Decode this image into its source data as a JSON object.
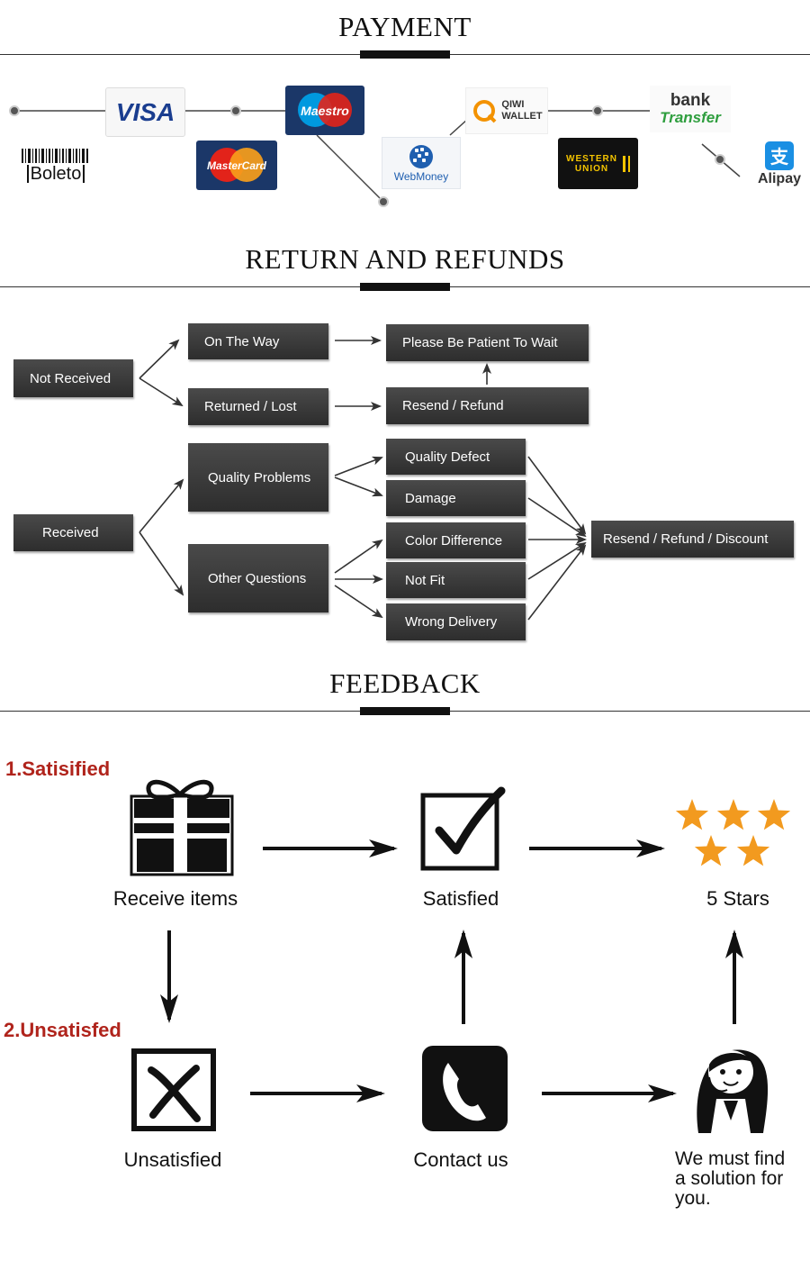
{
  "payment": {
    "title": "PAYMENT",
    "logos": {
      "visa": "VISA",
      "boleto": "Boleto",
      "mastercard": "MasterCard",
      "maestro": "Maestro",
      "webmoney": "WebMoney",
      "qiwi_line1": "QIWI",
      "qiwi_line2": "WALLET",
      "western_line1": "WESTERN",
      "western_line2": "UNION",
      "bank_line1": "bank",
      "bank_line2": "Transfer",
      "alipay": "Alipay"
    }
  },
  "returns": {
    "title": "RETURN AND REFUNDS",
    "not_received": "Not Received",
    "on_the_way": "On The Way",
    "returned_lost": "Returned / Lost",
    "please_wait": "Please Be Patient To Wait",
    "resend_refund": "Resend / Refund",
    "received": "Received",
    "quality_problems": "Quality Problems",
    "other_questions": "Other Questions",
    "quality_defect": "Quality Defect",
    "damage": "Damage",
    "color_difference": "Color Difference",
    "not_fit": "Not Fit",
    "wrong_delivery": "Wrong Delivery",
    "resend_refund_discount": "Resend / Refund / Discount"
  },
  "feedback": {
    "title": "FEEDBACK",
    "step1": "1.Satisified",
    "step2": "2.Unsatisfed",
    "receive_items": "Receive items",
    "satisfied": "Satisfied",
    "five_stars": "5 Stars",
    "unsatisfied": "Unsatisfied",
    "contact_us": "Contact us",
    "solution_line1": "We must find",
    "solution_line2": "a solution for",
    "solution_line3": "you.",
    "star_color": "#f29a1f",
    "step_color": "#b0241c"
  }
}
